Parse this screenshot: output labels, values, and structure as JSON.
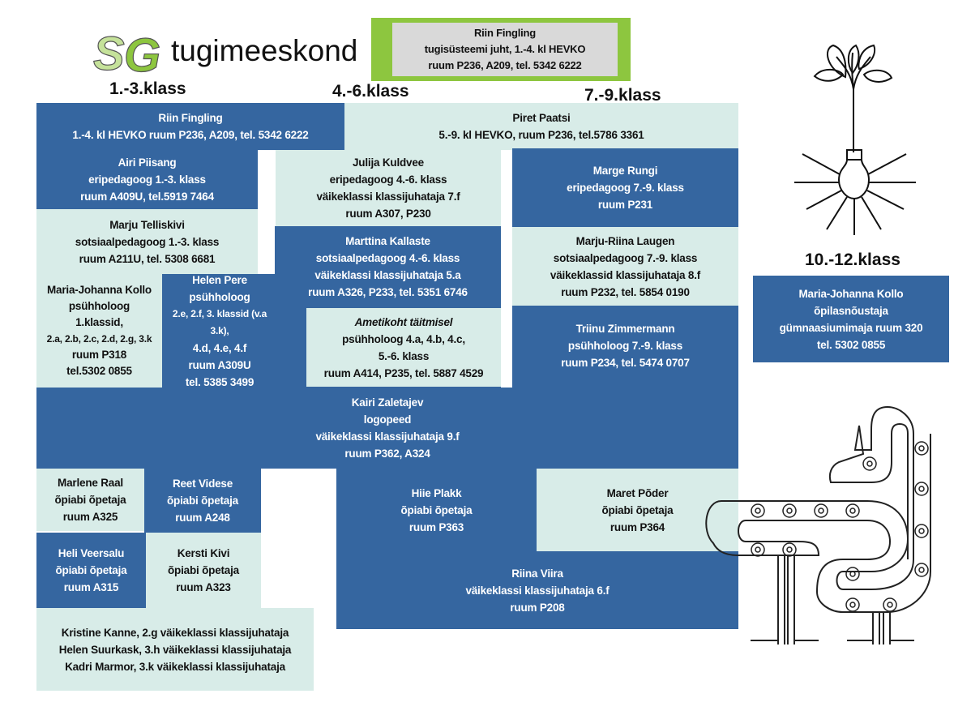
{
  "logo": {
    "letters": "SG",
    "text": "tugimeeskond",
    "colors": {
      "light_green": "#c5e29a",
      "green": "#8dc63f"
    }
  },
  "headers": {
    "g1_3": "1.-3.klass",
    "g4_6": "4.-6.klass",
    "g7_9": "7.-9.klass",
    "g10_12": "10.-12.klass"
  },
  "colors": {
    "dark": "#3566a0",
    "light": "#d8ece8",
    "leader_border": "#8dc63f",
    "leader_fill": "#d9d9d9"
  },
  "boxes": {
    "leader": {
      "lines": [
        "Riin Fingling",
        "tugisüsteemi juht, 1.-4. kl HEVKO",
        "ruum P236, A209, tel. 5342 6222"
      ]
    },
    "fingling13": {
      "lines": [
        "Riin Fingling",
        "1.-4. kl HEVKO ruum P236, A209, tel. 5342 6222"
      ]
    },
    "paatsi": {
      "lines": [
        "Piret Paatsi",
        "5.-9. kl HEVKO, ruum P236, tel.5786 3361"
      ]
    },
    "piisang": {
      "lines": [
        "Airi Piisang",
        "eripedagoog 1.-3. klass",
        "ruum A409U, tel.5919 7464"
      ]
    },
    "telliskivi": {
      "lines": [
        "Marju Telliskivi",
        "sotsiaalpedagoog 1.-3. klass",
        "ruum A211U, tel. 5308 6681"
      ]
    },
    "kuldvee": {
      "lines": [
        "Julija Kuldvee",
        "eripedagoog 4.-6. klass",
        "väikeklassi klassijuhataja 7.f",
        "ruum A307, P230"
      ]
    },
    "rungi": {
      "lines": [
        "Marge Rungi",
        "eripedagoog 7.-9. klass",
        "ruum P231"
      ]
    },
    "kallaste": {
      "lines": [
        "Marttina Kallaste",
        "sotsiaalpedagoog 4.-6. klass",
        "väikeklassi klassijuhataja 5.a",
        "ruum A326, P233, tel. 5351 6746"
      ]
    },
    "laugen": {
      "lines": [
        "Marju-Riina Laugen",
        "sotsiaalpedagoog 7.-9. klass",
        "väikeklassid klassijuhataja 8.f",
        "ruum P232, tel. 5854 0190"
      ]
    },
    "kollo13": {
      "lines": [
        "Maria-Johanna Kollo",
        "psühholoog",
        "1.klassid,",
        "2.a, 2.b, 2.c, 2.d, 2.g, 3.k",
        "ruum P318",
        "tel.5302 0855"
      ]
    },
    "pere": {
      "lines": [
        "Helen Pere",
        "psühholoog",
        "2.e, 2.f, 3. klassid (v.a 3.k),",
        "4.d, 4.e, 4.f",
        "ruum A309U",
        "tel. 5385 3499"
      ]
    },
    "ametikoht": {
      "lines": [
        "Ametikoht täitmisel",
        "psühholoog 4.a, 4.b, 4.c,",
        "5.-6. klass",
        "ruum A414, P235, tel. 5887 4529"
      ]
    },
    "zimmermann": {
      "lines": [
        "Triinu Zimmermann",
        "psühholoog 7.-9. klass",
        "ruum P234, tel. 5474 0707"
      ]
    },
    "zaletajev": {
      "lines": [
        "Kairi Zaletajev",
        "logopeed",
        "väikeklassi klassijuhataja 9.f",
        "ruum P362, A324"
      ]
    },
    "raal": {
      "lines": [
        "Marlene Raal",
        "õpiabi õpetaja",
        "ruum A325"
      ]
    },
    "videse": {
      "lines": [
        "Reet Videse",
        "õpiabi õpetaja",
        "ruum A248"
      ]
    },
    "plakk": {
      "lines": [
        "Hiie Plakk",
        "õpiabi õpetaja",
        "ruum P363"
      ]
    },
    "poder": {
      "lines": [
        "Maret Põder",
        "õpiabi õpetaja",
        "ruum P364"
      ]
    },
    "veersalu": {
      "lines": [
        "Heli Veersalu",
        "õpiabi õpetaja",
        "ruum A315"
      ]
    },
    "kivi": {
      "lines": [
        "Kersti Kivi",
        "õpiabi õpetaja",
        "ruum A323"
      ]
    },
    "viira": {
      "lines": [
        "Riina Viira",
        "väikeklassi klassijuhataja 6.f",
        "ruum P208"
      ]
    },
    "kanne": {
      "lines": [
        "Kristine Kanne, 2.g väikeklassi klassijuhataja",
        "Helen Suurkask, 3.h väikeklassi klassijuhataja",
        "Kadri Marmor, 3.k väikeklassi klassijuhataja"
      ]
    },
    "kollo1012": {
      "lines": [
        "Maria-Johanna Kollo",
        "õpilasnõustaja",
        "gümnaasiumimaja ruum 320",
        "tel. 5302 0855"
      ]
    }
  },
  "illustrations": {
    "top_right": "plant-lightbulb-icon",
    "bottom_right": "conveyor-creature-icon"
  }
}
